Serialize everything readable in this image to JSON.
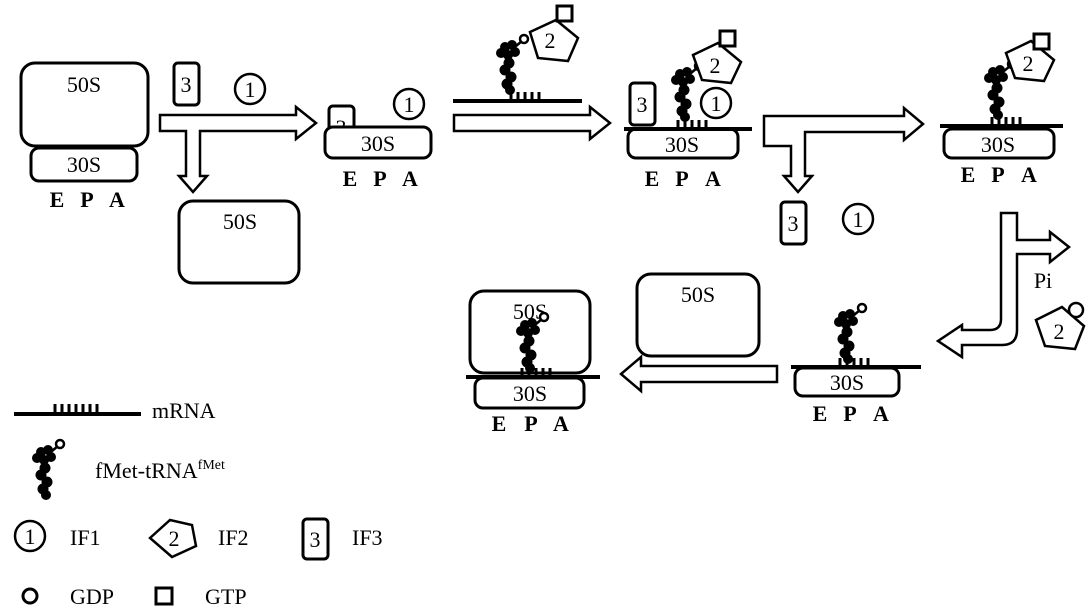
{
  "labels": {
    "large_subunit": "50S",
    "small_subunit": "30S",
    "site_e": "E",
    "site_p": "P",
    "site_a": "A",
    "if1_num": "1",
    "if2_num": "2",
    "if3_num": "3",
    "pi": "Pi"
  },
  "legend": {
    "mrna": "mRNA",
    "trna_main": "fMet-tRNA",
    "trna_sup": "fMet",
    "if1": "IF1",
    "if2": "IF2",
    "if3": "IF3",
    "gdp": "GDP",
    "gtp": "GTP"
  }
}
